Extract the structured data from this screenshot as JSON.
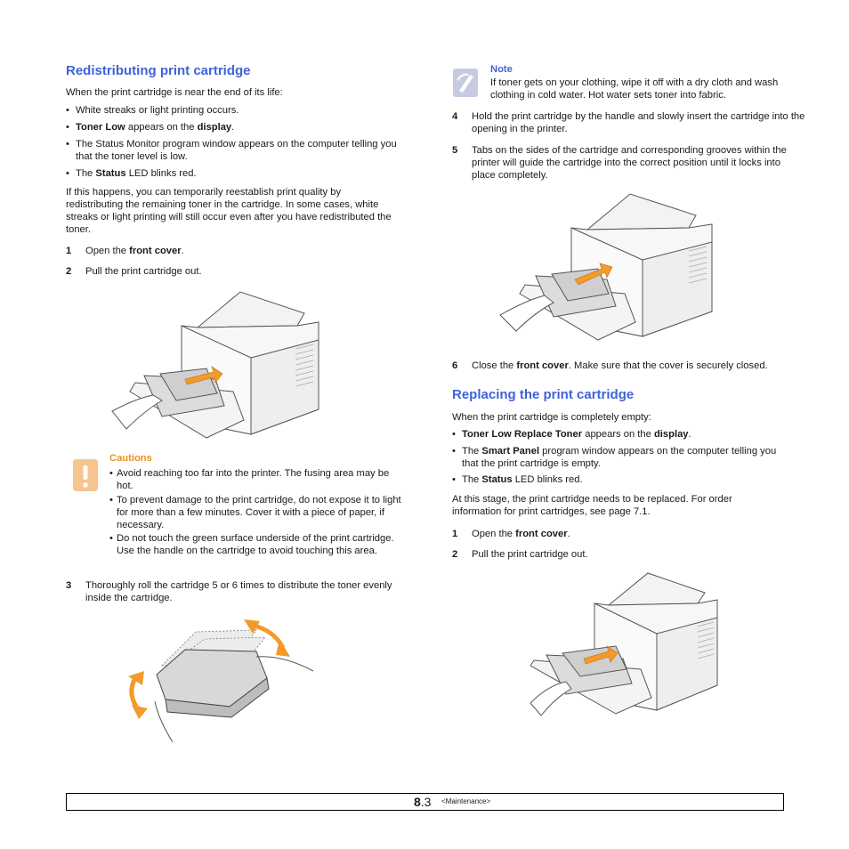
{
  "left": {
    "heading": "Redistributing print cartridge",
    "intro": "When the print cartridge is near the end of its life:",
    "bullets": {
      "b1": "White streaks or light printing occurs.",
      "b2_bold1": "Toner Low",
      "b2_mid": " appears on the ",
      "b2_bold2": "display",
      "b2_end": ".",
      "b3": "The Status Monitor program window appears on the computer telling you that the toner level is low.",
      "b4_pre": "The ",
      "b4_bold": "Status",
      "b4_end": " LED blinks red."
    },
    "para": "If this happens, you can temporarily reestablish print quality by redistributing the remaining toner in the cartridge. In some cases, white streaks or light printing will still occur even after you have redistributed the toner.",
    "step1": {
      "num": "1",
      "pre": "Open the ",
      "bold": "front cover",
      "end": "."
    },
    "step2": {
      "num": "2",
      "text": "Pull the print cartridge out."
    },
    "cautions": {
      "title": "Cautions",
      "items": [
        "Avoid reaching too far into the printer. The fusing area may be hot.",
        "To prevent damage to the print cartridge, do not expose it to light for more than a few minutes. Cover it with a piece of paper, if necessary.",
        "Do not touch the green surface underside of the print cartridge. Use the handle on the cartridge to avoid touching this area."
      ]
    },
    "step3": {
      "num": "3",
      "text": "Thoroughly roll the cartridge 5 or 6 times to distribute the toner evenly inside the cartridge."
    }
  },
  "right": {
    "note": {
      "title": "Note",
      "text": "If toner gets on your clothing, wipe it off with a dry cloth and wash clothing in cold water. Hot water sets toner into fabric."
    },
    "step4": {
      "num": "4",
      "text": "Hold the print cartridge by the handle and slowly insert the cartridge into the opening in the printer."
    },
    "step5": {
      "num": "5",
      "text": "Tabs on the sides of the cartridge and corresponding grooves within the printer will guide the cartridge into the correct position until it locks into place completely."
    },
    "step6": {
      "num": "6",
      "pre": "Close the ",
      "bold": "front cover",
      "end": ". Make sure that the cover is securely closed."
    },
    "heading": "Replacing the print cartridge",
    "intro": "When the print cartridge is completely empty:",
    "bullets": {
      "b1_bold1": "Toner Low Replace Toner",
      "b1_mid": " appears on the ",
      "b1_bold2": "display",
      "b1_end": ".",
      "b2_pre": "The ",
      "b2_bold": "Smart Panel",
      "b2_end": " program window appears on the computer telling you that the print cartridge is empty.",
      "b3_pre": "The ",
      "b3_bold": "Status",
      "b3_end": " LED blinks red."
    },
    "para": "At this stage, the print cartridge needs to be replaced. For order information for print cartridges, see page 7.1.",
    "step1": {
      "num": "1",
      "pre": "Open the ",
      "bold": "front cover",
      "end": "."
    },
    "step2": {
      "num": "2",
      "text": "Pull the print cartridge out."
    }
  },
  "footer": {
    "chapter": "8",
    "page": ".3",
    "section": "<Maintenance>"
  },
  "colors": {
    "heading": "#3f63d8",
    "caution": "#f0901c",
    "arrow": "#f39a2b"
  },
  "icons": [
    "caution-icon",
    "note-icon"
  ]
}
